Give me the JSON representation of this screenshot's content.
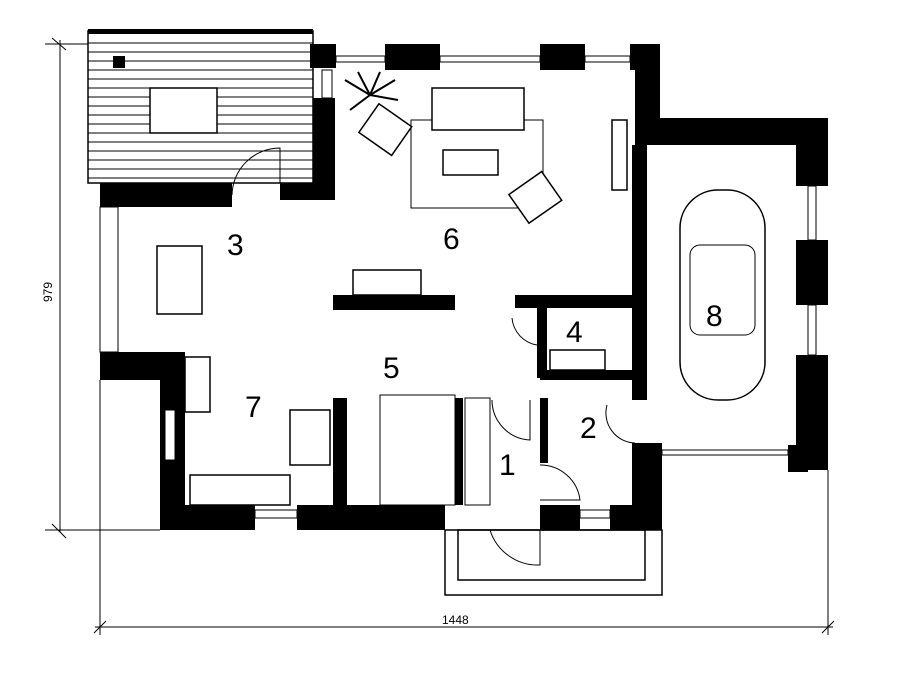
{
  "plan": {
    "rooms": [
      {
        "number": "1"
      },
      {
        "number": "2"
      },
      {
        "number": "3"
      },
      {
        "number": "4"
      },
      {
        "number": "5"
      },
      {
        "number": "6"
      },
      {
        "number": "7"
      },
      {
        "number": "8"
      }
    ],
    "dimensions": {
      "width": "1448",
      "height": "979"
    }
  }
}
